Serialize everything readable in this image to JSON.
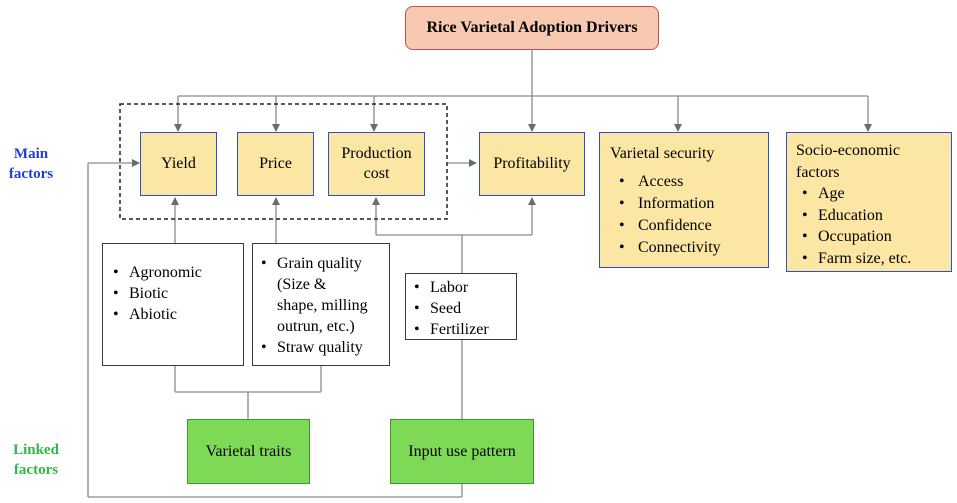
{
  "title": "Rice Varietal Adoption Drivers",
  "side_labels": {
    "main_line1": "Main",
    "main_line2": "factors",
    "linked_line1": "Linked",
    "linked_line2": "factors",
    "main_color": "#1f3fd6",
    "linked_color": "#2fb845"
  },
  "main_factors": {
    "yield": "Yield",
    "price": "Price",
    "production_cost_line1": "Production",
    "production_cost_line2": "cost",
    "profitability": "Profitability"
  },
  "varietal_security": {
    "title": "Varietal security",
    "items": [
      "Access",
      "Information",
      "Confidence",
      "Connectivity"
    ]
  },
  "socio_economic": {
    "title_line1": "Socio-economic",
    "title_line2": "factors",
    "items": [
      "Age",
      "Education",
      "Occupation",
      "Farm size, etc."
    ]
  },
  "yield_traits": [
    "Agronomic",
    "Biotic",
    "Abiotic"
  ],
  "price_traits": {
    "item1_line1": "Grain quality",
    "item1_line2": "(Size &",
    "item1_line3": "shape, milling",
    "item1_line4": "outrun, etc.)",
    "item2": "Straw quality"
  },
  "inputs": [
    "Labor",
    "Seed",
    "Fertilizer"
  ],
  "linked_factors": {
    "varietal_traits": "Varietal traits",
    "input_use_pattern": "Input use pattern"
  },
  "colors": {
    "main_box_fill": "#fbe6a3",
    "main_box_border": "#2e4fc9",
    "title_fill": "#f7c9b0",
    "title_border": "#c0504d",
    "linked_fill": "#7ed957"
  }
}
